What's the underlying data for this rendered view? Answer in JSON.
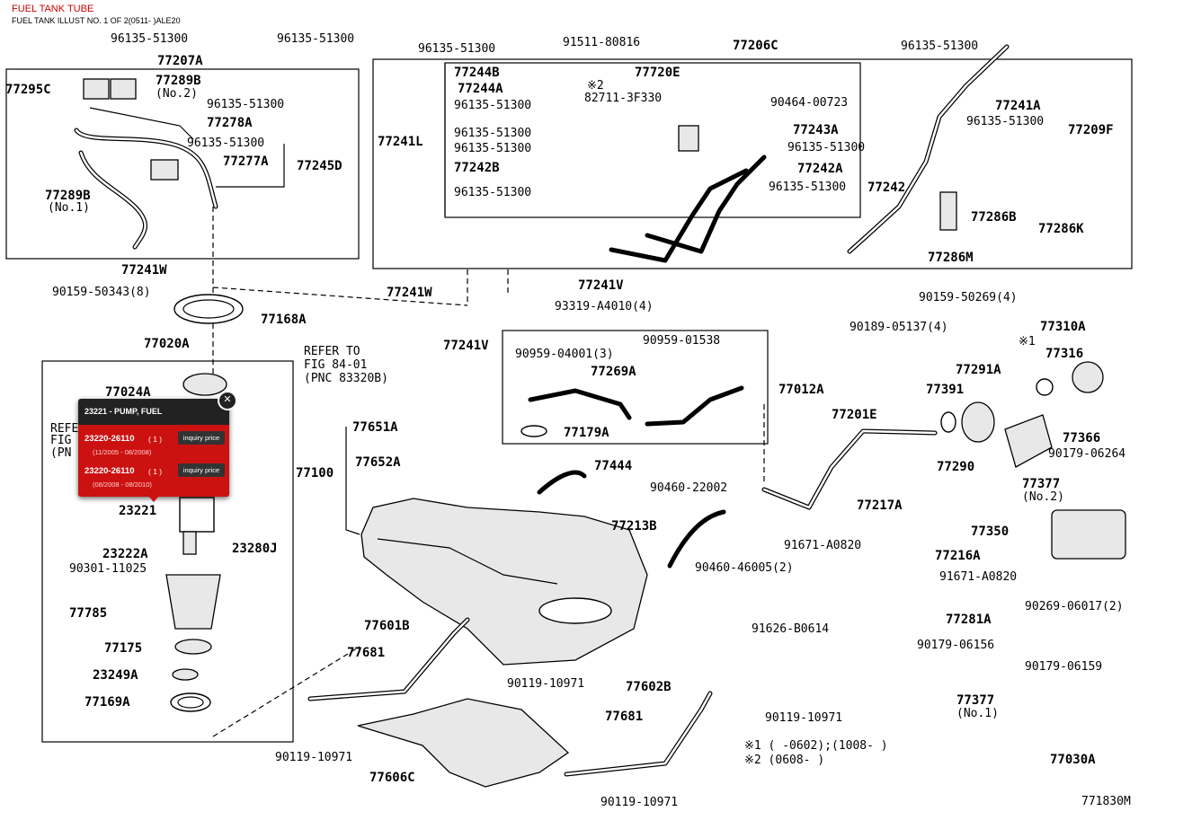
{
  "header": {
    "title": "FUEL TANK TUBE",
    "subtitle": "FUEL TANK ILLUST NO. 1 OF 2(0511- )ALE20"
  },
  "labels": {
    "p96135_a": "96135-51300",
    "p96135_b": "96135-51300",
    "p77207A": "77207A",
    "p77295C": "77295C",
    "p77289B_2": "77289B",
    "no2": "(No.2)",
    "p96135_c": "96135-51300",
    "p77278A": "77278A",
    "p96135_d": "96135-51300",
    "p77277A": "77277A",
    "p77245D": "77245D",
    "p77289B_1": "77289B",
    "no1": "(No.1)",
    "p77241W_a": "77241W",
    "p90159_a": "90159-50343(8)",
    "p77168A": "77168A",
    "p77020A": "77020A",
    "p77024A": "77024A",
    "refer_a1": "REFE",
    "refer_a2": "FIG",
    "refer_a3": "(PN",
    "p23221": "23221",
    "p23222A": "23222A",
    "p23280J": "23280J",
    "p90301": "90301-11025",
    "p77785": "77785",
    "p77175": "77175",
    "p23249A": "23249A",
    "p77169A": "77169A",
    "p96135_e": "96135-51300",
    "p91511": "91511-80816",
    "p77206C": "77206C",
    "p77244B": "77244B",
    "p77244A": "77244A",
    "p77720E": "77720E",
    "x2": "※2",
    "p82711": "82711-3F330",
    "p96135_f": "96135-51300",
    "p90464": "90464-00723",
    "p77241L": "77241L",
    "p96135_g": "96135-51300",
    "p96135_h": "96135-51300",
    "p77243A": "77243A",
    "p96135_i": "96135-51300",
    "p77242B": "77242B",
    "p77242A": "77242A",
    "p96135_j": "96135-51300",
    "p96135_k": "96135-51300",
    "p77242": "77242",
    "p96135_l": "96135-51300",
    "p77241A": "77241A",
    "p96135_m": "96135-51300",
    "p77209F": "77209F",
    "p77286B": "77286B",
    "p77286K": "77286K",
    "p77286M": "77286M",
    "p77241W_b": "77241W",
    "p77241V_a": "77241V",
    "p77241V_b": "77241V",
    "p93319": "93319-A4010(4)",
    "refer_b1": "REFER TO",
    "refer_b2": "FIG 84-01",
    "refer_b3": "(PNC 83320B)",
    "p90959_a": "90959-04001(3)",
    "p90959_b": "90959-01538",
    "p77269A": "77269A",
    "p77012A": "77012A",
    "p77179A": "77179A",
    "p77651A": "77651A",
    "p77652A": "77652A",
    "p77100": "77100",
    "p77444": "77444",
    "p90159_b": "90159-50269(4)",
    "p90189": "90189-05137(4)",
    "p77310A": "77310A",
    "x1": "※1",
    "p77316": "77316",
    "p77291A": "77291A",
    "p77391": "77391",
    "p77201E": "77201E",
    "p77366": "77366",
    "p90179_a": "90179-06264",
    "p77290": "77290",
    "p90460_a": "90460-22002",
    "p77377_2": "77377",
    "no2b": "(No.2)",
    "p77213B": "77213B",
    "p77217A": "77217A",
    "p77350": "77350",
    "p91671_a": "91671-A0820",
    "p77216A": "77216A",
    "p90460_b": "90460-46005(2)",
    "p91671_b": "91671-A0820",
    "p90269": "90269-06017(2)",
    "p91626": "91626-B0614",
    "p77281A": "77281A",
    "p77601B": "77601B",
    "p77681_a": "77681",
    "p90179_b": "90179-06156",
    "p90119_a": "90119-10971",
    "p90179_c": "90179-06159",
    "p77602B": "77602B",
    "p77377_1": "77377",
    "no1b": "(No.1)",
    "p77681_b": "77681",
    "p90119_b": "90119-10971",
    "p90119_c": "90119-10971",
    "note1": "※1 (   -0602);(1008-   )",
    "note2": "※2 (0608-    )",
    "p77606C": "77606C",
    "p77030A": "77030A",
    "p90119_d": "90119-10971",
    "illust_code": "771830M"
  },
  "popup": {
    "title": "23221 - PUMP, FUEL",
    "close_icon": "close-icon",
    "items": [
      {
        "part": "23220-26110",
        "qty": "( 1 )",
        "dates": "(11/2005 - 08/2008)",
        "button": "inquiry price"
      },
      {
        "part": "23220-26110",
        "qty": "( 1 )",
        "dates": "(08/2008 - 08/2010)",
        "button": "inquiry price"
      }
    ]
  }
}
